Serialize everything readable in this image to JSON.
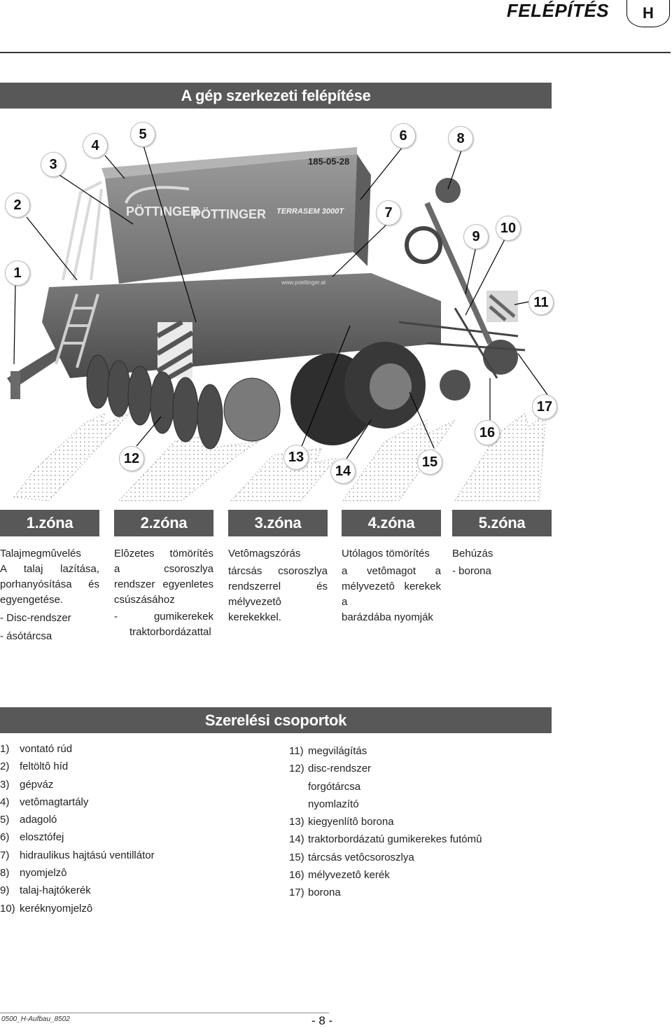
{
  "header": {
    "title": "FELÉPÍTÉS",
    "lang_badge": "H"
  },
  "section1_title": "A gép szerkezeti felépítése",
  "machine": {
    "date_code": "185-05-28",
    "brand": "PÖTTINGER",
    "model": "TERRASEM 3000T",
    "website": "www.poettinger.at",
    "callouts": [
      "1",
      "2",
      "3",
      "4",
      "5",
      "6",
      "7",
      "8",
      "9",
      "10",
      "11",
      "12",
      "13",
      "14",
      "15",
      "16",
      "17"
    ]
  },
  "zones": [
    {
      "label": "1.zóna",
      "lines": [
        {
          "text": "Talajmegmûvelés",
          "justify": false
        },
        {
          "text": "A talaj lazítása,",
          "justify": true
        },
        {
          "text": "porhanyósítása és",
          "justify": true
        },
        {
          "text": "egyengetése.",
          "justify": false
        },
        {
          "text": "-  Disc-rendszer",
          "justify": false
        },
        {
          "text": "-  ásótárcsa",
          "justify": false
        }
      ]
    },
    {
      "label": "2.zóna",
      "lines": [
        {
          "text": "Elôzetes tömörítés",
          "justify": true
        },
        {
          "text": "a csoroszlya",
          "justify": true
        },
        {
          "text": "rendszer egyenletes",
          "justify": true
        },
        {
          "text": "csúszásához",
          "justify": false
        },
        {
          "text": "- gumikerekek",
          "justify": true
        },
        {
          "text": "traktorbordázattal",
          "justify": false,
          "indent": true
        }
      ]
    },
    {
      "label": "3.zóna",
      "lines": [
        {
          "text": "Vetômagszórás",
          "justify": false
        },
        {
          "text": "tárcsás csoroszlya",
          "justify": true
        },
        {
          "text": "rendszerrel és",
          "justify": true
        },
        {
          "text": "mélyvezetô",
          "justify": true
        },
        {
          "text": "kerekekkel.",
          "justify": false
        }
      ]
    },
    {
      "label": "4.zóna",
      "lines": [
        {
          "text": "Utólagos tömörítés",
          "justify": false
        },
        {
          "text": "a vetômagot a",
          "justify": true
        },
        {
          "text": "mélyvezetô kerekek a",
          "justify": true
        },
        {
          "text": "barázdába nyomják",
          "justify": false
        }
      ]
    },
    {
      "label": "5.zóna",
      "lines": [
        {
          "text": "Behúzás",
          "justify": false
        },
        {
          "text": "-  borona",
          "justify": false
        }
      ]
    }
  ],
  "section2_title": "Szerelési csoportok",
  "groups_left": [
    {
      "num": "1)",
      "text": "vontató rúd"
    },
    {
      "num": "2)",
      "text": "feltöltô híd"
    },
    {
      "num": "3)",
      "text": "gépváz"
    },
    {
      "num": "4)",
      "text": "vetômagtartály"
    },
    {
      "num": "5)",
      "text": "adagoló"
    },
    {
      "num": "6)",
      "text": "elosztófej"
    },
    {
      "num": "7)",
      "text": "hidraulikus hajtású ventillátor"
    },
    {
      "num": "8)",
      "text": "nyomjelzô"
    },
    {
      "num": "9)",
      "text": "talaj-hajtókerék"
    },
    {
      "num": "10)",
      "text": "keréknyomjelzô"
    }
  ],
  "groups_right": [
    {
      "num": "11)",
      "text": "megvilágítás"
    },
    {
      "num": "12)",
      "text": "disc-rendszer"
    },
    {
      "num": "",
      "text": "forgótárcsa"
    },
    {
      "num": "",
      "text": "nyomlazító"
    },
    {
      "num": "13)",
      "text": "kiegyenlítô borona"
    },
    {
      "num": "14)",
      "text": "traktorbordázatú gumikerekes futómû"
    },
    {
      "num": "15)",
      "text": "tárcsás vetôcsoroszlya"
    },
    {
      "num": "16)",
      "text": "mélyvezetô kerék"
    },
    {
      "num": "17)",
      "text": "borona"
    }
  ],
  "footer": {
    "doc_code": "0500_H-Aufbau_8502",
    "page": "- 8 -"
  }
}
